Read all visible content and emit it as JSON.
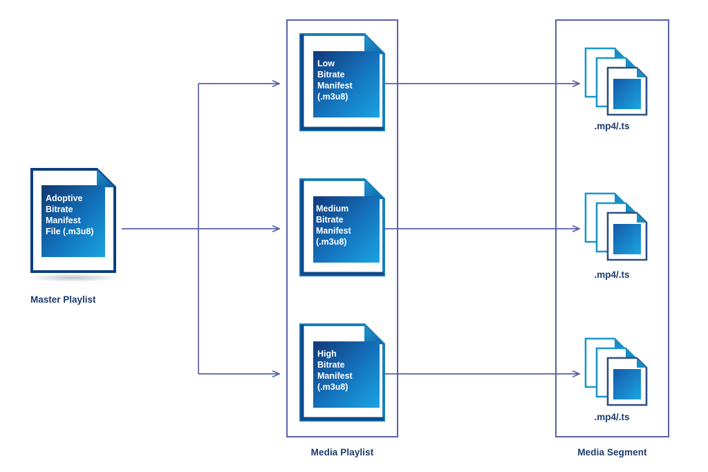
{
  "diagram": {
    "background": "#ffffff",
    "accent_line": "#5a5fa8",
    "label_color": "#1b3a6b",
    "doc_border_dark": "#0d4a8f",
    "doc_border_light": "#1a86bf",
    "doc_fill_dark": "#123a77",
    "doc_fill_light": "#1aa0de",
    "seg_border_dark": "#2b4a7a",
    "seg_border_light": "#1a9ad0"
  },
  "master": {
    "name": "master-playlist",
    "doc_text": "Adoptive\nBitrate\nManifest\nFile (.m3u8)",
    "caption": "Master Playlist"
  },
  "media_playlist": {
    "caption": "Media Playlist",
    "items": [
      {
        "id": "low",
        "doc_text": "Low\nBitrate\nManifest\n(.m3u8)"
      },
      {
        "id": "medium",
        "doc_text": "Medium\nBitrate\nManifest\n(.m3u8)"
      },
      {
        "id": "high",
        "doc_text": "High\nBitrate\nManifest\n(.m3u8)"
      }
    ]
  },
  "media_segment": {
    "caption": "Media Segment",
    "items": [
      {
        "id": "seg-low",
        "label": ".mp4/.ts"
      },
      {
        "id": "seg-medium",
        "label": ".mp4/.ts"
      },
      {
        "id": "seg-high",
        "label": ".mp4/.ts"
      }
    ]
  }
}
